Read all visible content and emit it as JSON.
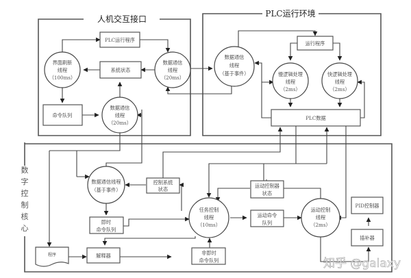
{
  "sections": {
    "hmi": {
      "title": "人机交互接口"
    },
    "plc": {
      "title": "PLC运行环境"
    },
    "nc": {
      "title_chars": [
        "数",
        "字",
        "控",
        "制",
        "核",
        "心"
      ]
    }
  },
  "hmi": {
    "plc_program": "PLC运行程序",
    "system_status": "系统状态",
    "command_queue": "命令队列",
    "ui_refresh_thread": [
      "界面刷新",
      "线程",
      "（100ms）"
    ],
    "comm_thread_top": [
      "数据通信",
      "线程",
      "（20ms）"
    ],
    "comm_thread_bottom": [
      "数据通信",
      "线程",
      "（20ms）"
    ]
  },
  "plc": {
    "comm_thread": [
      "数据通信",
      "线程",
      "（基于事件）"
    ],
    "run_program": "运行程序",
    "slow_logic": [
      "慢逻辑处理",
      "线程",
      "（2ms）"
    ],
    "fast_logic": [
      "快逻辑处理",
      "线程",
      "（2ms）"
    ],
    "plc_data": "PLC数据"
  },
  "nc": {
    "comm_thread": [
      "数据通信线程",
      "（基于事件）"
    ],
    "ctrl_status": [
      "控制系统",
      "状态"
    ],
    "immediate_queue": [
      "即时",
      "命令队列"
    ],
    "program_doc": "程序",
    "interpreter": "解释器",
    "non_immediate_queue": [
      "非即时",
      "命令队列"
    ],
    "task_thread": [
      "任务控制",
      "线程",
      "（10ms）"
    ],
    "motion_status": [
      "运动控制器",
      "状态"
    ],
    "motion_queue": [
      "运动命令",
      "队列"
    ],
    "motion_thread": [
      "运动控制",
      "线程",
      "（2ms）"
    ],
    "pid": "PID控制器",
    "interpolator": "插补器"
  },
  "watermark": "知乎 @galaxy"
}
